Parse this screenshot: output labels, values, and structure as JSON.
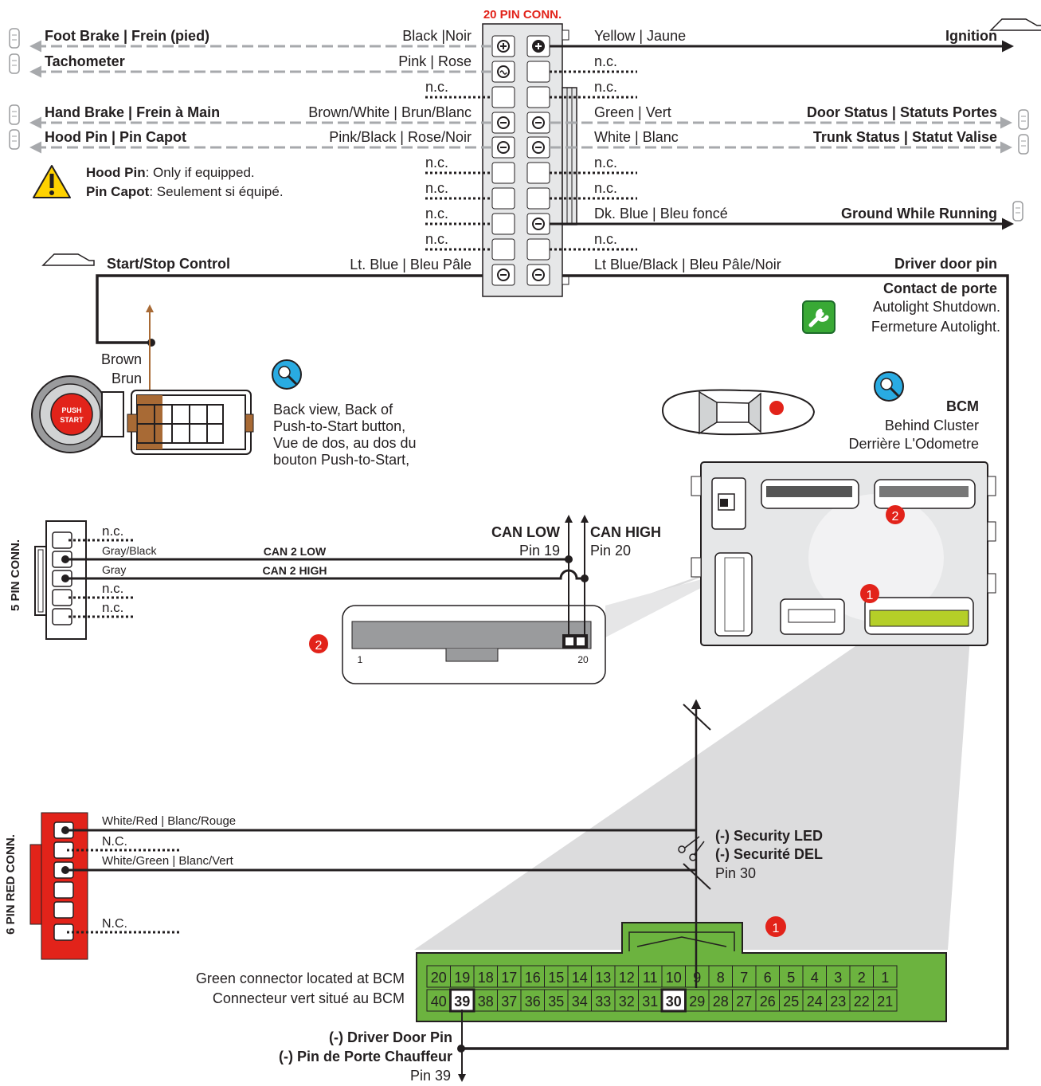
{
  "main_connector": {
    "title": "20 PIN CONN.",
    "left": [
      {
        "function": "Foot Brake | Frein (pied)",
        "wire": "Black |Noir",
        "symbol": "+"
      },
      {
        "function": "Tachometer",
        "wire": "Pink | Rose",
        "symbol": "~"
      },
      {
        "function": "",
        "wire": "n.c.",
        "symbol": ""
      },
      {
        "function": "Hand Brake | Frein à Main",
        "wire": "Brown/White  | Brun/Blanc",
        "symbol": "-"
      },
      {
        "function": "Hood Pin | Pin Capot",
        "wire": "Pink/Black | Rose/Noir",
        "symbol": "-"
      },
      {
        "function": "",
        "wire": "n.c.",
        "symbol": ""
      },
      {
        "function": "",
        "wire": "n.c.",
        "symbol": ""
      },
      {
        "function": "",
        "wire": "n.c.",
        "symbol": ""
      },
      {
        "function": "",
        "wire": "n.c.",
        "symbol": ""
      },
      {
        "function": "Start/Stop Control",
        "wire": "Lt. Blue | Bleu Pâle",
        "symbol": "-"
      }
    ],
    "right": [
      {
        "function": "Ignition",
        "wire": "Yellow | Jaune",
        "symbol": "+"
      },
      {
        "function": "",
        "wire": "n.c.",
        "symbol": ""
      },
      {
        "function": "",
        "wire": "n.c.",
        "symbol": ""
      },
      {
        "function": "Door Status | Statuts Portes",
        "wire": "Green | Vert",
        "symbol": "-"
      },
      {
        "function": "Trunk Status | Statut Valise",
        "wire": "White | Blanc",
        "symbol": "-"
      },
      {
        "function": "",
        "wire": "n.c.",
        "symbol": ""
      },
      {
        "function": "",
        "wire": "n.c.",
        "symbol": ""
      },
      {
        "function": "Ground While Running",
        "wire": "Dk. Blue | Bleu foncé",
        "symbol": "-"
      },
      {
        "function": "",
        "wire": "n.c.",
        "symbol": ""
      },
      {
        "function": "Driver door pin",
        "wire": "Lt Blue/Black | Bleu Pâle/Noir",
        "symbol": "-"
      }
    ]
  },
  "hood_note": {
    "line1_bold": "Hood Pin",
    "line1_rest": ": Only if equipped.",
    "line2_bold": "Pin Capot",
    "line2_rest": ": Seulement si équipé."
  },
  "driver_door_fr": "Contact de porte",
  "autolight": [
    "Autolight Shutdown.",
    "Fermeture Autolight."
  ],
  "push_start": {
    "wire": [
      "Brown",
      "Brun"
    ],
    "button": [
      "PUSH",
      "START"
    ],
    "note": [
      "Back view, Back of",
      "Push-to-Start button,",
      "Vue de dos, au dos du",
      "bouton Push-to-Start,"
    ]
  },
  "bcm": {
    "title": "BCM",
    "lines": [
      "Behind Cluster",
      "Derrière L'Odometre"
    ],
    "markers": [
      "2",
      "1"
    ]
  },
  "five_pin": {
    "title": "5 PIN CONN.",
    "pins": [
      "n.c.",
      "Gray/Black",
      "Gray",
      "n.c.",
      "n.c."
    ],
    "signals": [
      "CAN 2 LOW",
      "CAN 2 HIGH"
    ],
    "can_low": {
      "label": "CAN LOW",
      "pin": "Pin 19"
    },
    "can_high": {
      "label": "CAN HIGH",
      "pin": "Pin 20"
    },
    "connector_marker": "2",
    "pin_first": "1",
    "pin_last": "20"
  },
  "six_pin": {
    "title": "6 PIN RED CONN.",
    "pins": [
      "White/Red | Blanc/Rouge",
      "N.C.",
      "White/Green | Blanc/Vert",
      "",
      "N.C."
    ],
    "security": [
      "(-) Security LED",
      "(-) Securité DEL",
      "Pin 30"
    ]
  },
  "green_connector": {
    "marker": "1",
    "caption": [
      "Green connector located at BCM",
      "Connecteur vert situé au BCM"
    ],
    "top_row": [
      "20",
      "19",
      "18",
      "17",
      "16",
      "15",
      "14",
      "13",
      "12",
      "11",
      "10",
      "9",
      "8",
      "7",
      "6",
      "5",
      "4",
      "3",
      "2",
      "1"
    ],
    "bottom_row": [
      "40",
      "39",
      "38",
      "37",
      "36",
      "35",
      "34",
      "33",
      "32",
      "31",
      "30",
      "29",
      "28",
      "27",
      "26",
      "25",
      "24",
      "23",
      "22",
      "21"
    ],
    "highlighted": [
      "39",
      "30"
    ]
  },
  "driver_pin": [
    "(-) Driver Door Pin",
    "(-) Pin de Porte Chauffeur",
    "Pin 39"
  ],
  "colors": {
    "wire": "#231f20",
    "dashed": "#a7a9ac",
    "red": "#e2231a",
    "green": "#6cb33f",
    "brown": "#a86a35",
    "shade": "#d9d9da"
  }
}
